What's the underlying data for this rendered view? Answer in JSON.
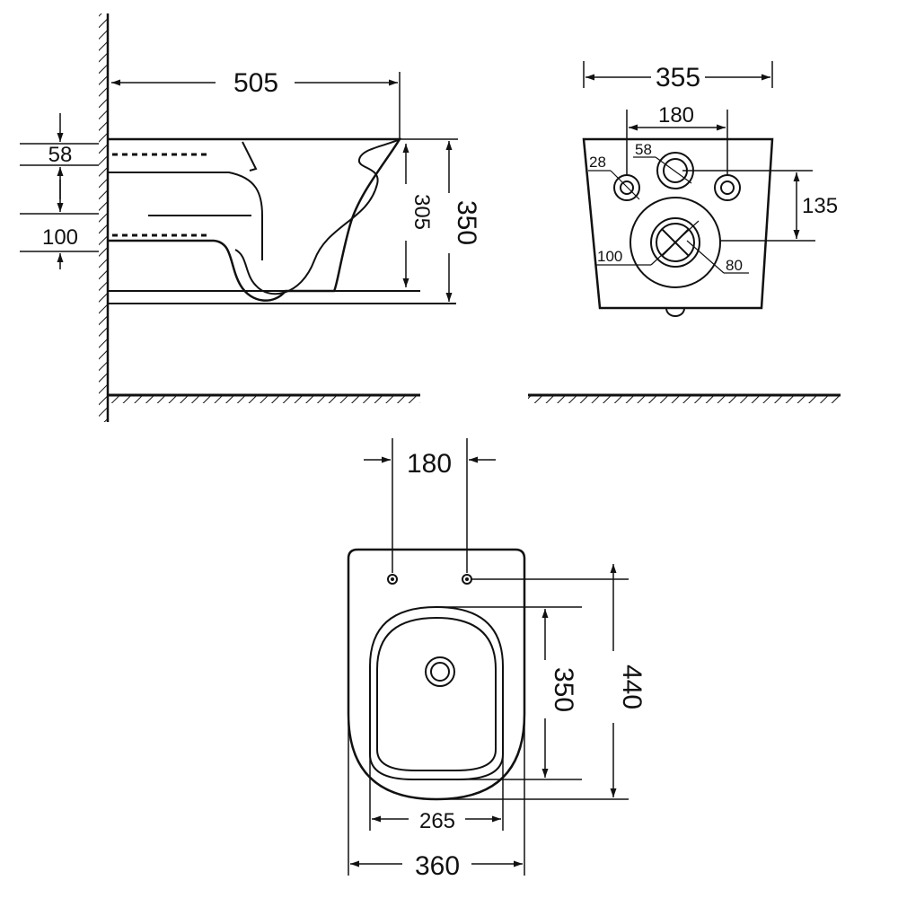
{
  "side_view": {
    "depth": "505",
    "height_total": "350",
    "height_inner": "305",
    "upper_gap": "58",
    "lower_gap": "100"
  },
  "rear_view": {
    "width": "355",
    "bolt_spacing": "180",
    "inlet_dia": "58",
    "bolt_dia": "28",
    "outlet_offset": "135",
    "outlet_dia": "100",
    "outlet_inner_dia": "80"
  },
  "top_view": {
    "bolt_spacing": "180",
    "bowl_length": "350",
    "total_length": "440",
    "bowl_width": "265",
    "total_width": "360"
  }
}
